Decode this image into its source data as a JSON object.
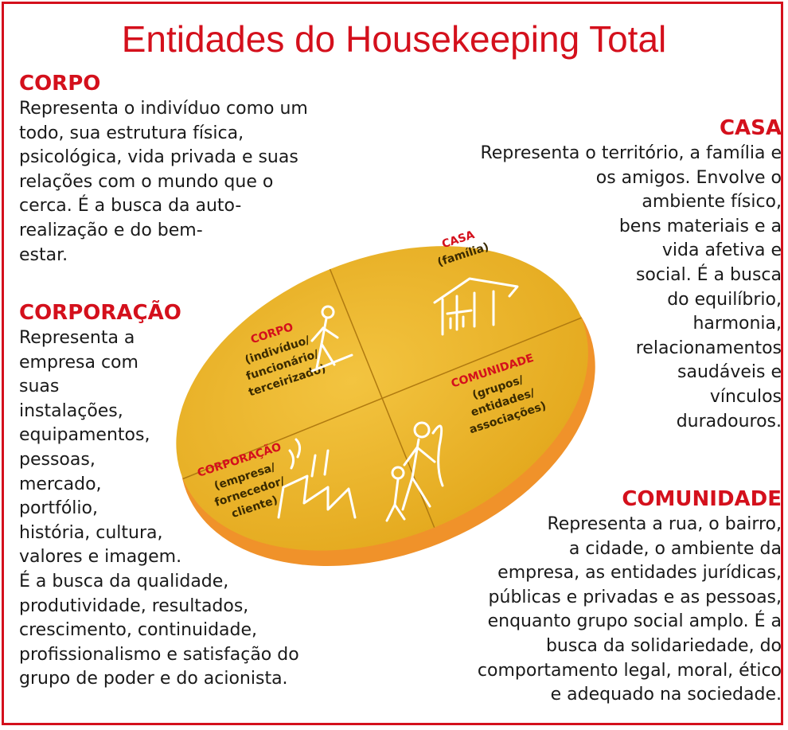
{
  "title": "Entidades do Housekeeping Total",
  "colors": {
    "title_red": "#d4101c",
    "disc_fill": "#e8b21e",
    "disc_edge": "#f09a2a",
    "line_art": "#ffffff"
  },
  "corpo": {
    "heading": "CORPO",
    "text": "Representa o indivíduo como um\ntodo, sua estrutura física,\npsicológica, vida privada e suas\nrelações com o mundo que o\ncerca. É a busca da auto-\nrealização e do bem-\nestar."
  },
  "corporacao": {
    "heading": "CORPORAÇÃO",
    "text": "Representa a\nempresa com\nsuas\ninstalações,\nequipamentos,\npessoas,\nmercado,\nportfólio,\nhistória, cultura,\nvalores e imagem.\nÉ a busca da qualidade,\nprodutividade, resultados,\ncrescimento, continuidade,\nprofissionalismo e satisfação do\ngrupo de poder e do acionista."
  },
  "casa": {
    "heading": "CASA",
    "text": "Representa o território, a família e\nos amigos. Envolve o\nambiente físico,\nbens materiais e a\nvida afetiva e\nsocial. É a busca\ndo equilíbrio,\nharmonia,\nrelacionamentos\nsaudáveis e\nvínculos\nduradouros."
  },
  "comunidade": {
    "heading": "COMUNIDADE",
    "text": "Representa a rua, o bairro,\na cidade, o ambiente da\nempresa, as entidades jurídicas,\npúblicas e privadas e as pessoas,\nenquanto grupo social amplo. É a\nbusca da solidariedade, do\ncomportamento legal, moral, ético\ne adequado na sociedade."
  },
  "disc": {
    "casa": {
      "title": "CASA",
      "sub": "(família)"
    },
    "corpo": {
      "title": "CORPO",
      "lines": [
        "(indivíduo/",
        "funcionário/",
        "terceirizado)"
      ]
    },
    "comunidade": {
      "title": "COMUNIDADE",
      "lines": [
        "(grupos/",
        "entidades/",
        "associações)"
      ]
    },
    "corporacao": {
      "title": "CORPORAÇÃO",
      "lines": [
        "(empresa/",
        "fornecedor/",
        "cliente)"
      ]
    },
    "icons": [
      "walking-person-icon",
      "house-icon",
      "people-group-icon",
      "factory-icon"
    ]
  }
}
